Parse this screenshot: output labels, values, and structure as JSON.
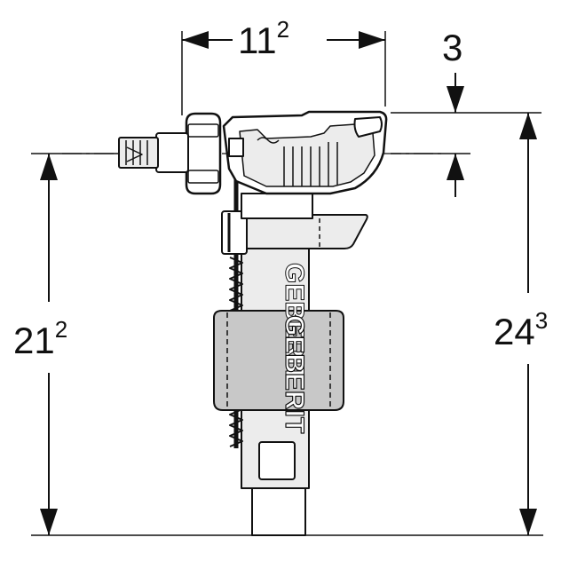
{
  "colors": {
    "line": "#111111",
    "body_fill": "#ffffff",
    "shade_light": "#ececec",
    "shade_dark": "#c8c8c8",
    "brand_on_dark": "#ffffff",
    "brand_on_light": "#333333"
  },
  "dimensions": {
    "top_width": {
      "main": "11",
      "sup": "2"
    },
    "top_offset": {
      "main": "3"
    },
    "left_height": {
      "main": "21",
      "sup": "2"
    },
    "right_height": {
      "main": "24",
      "sup": "3"
    }
  },
  "brand": {
    "text": "GEBERIT"
  }
}
